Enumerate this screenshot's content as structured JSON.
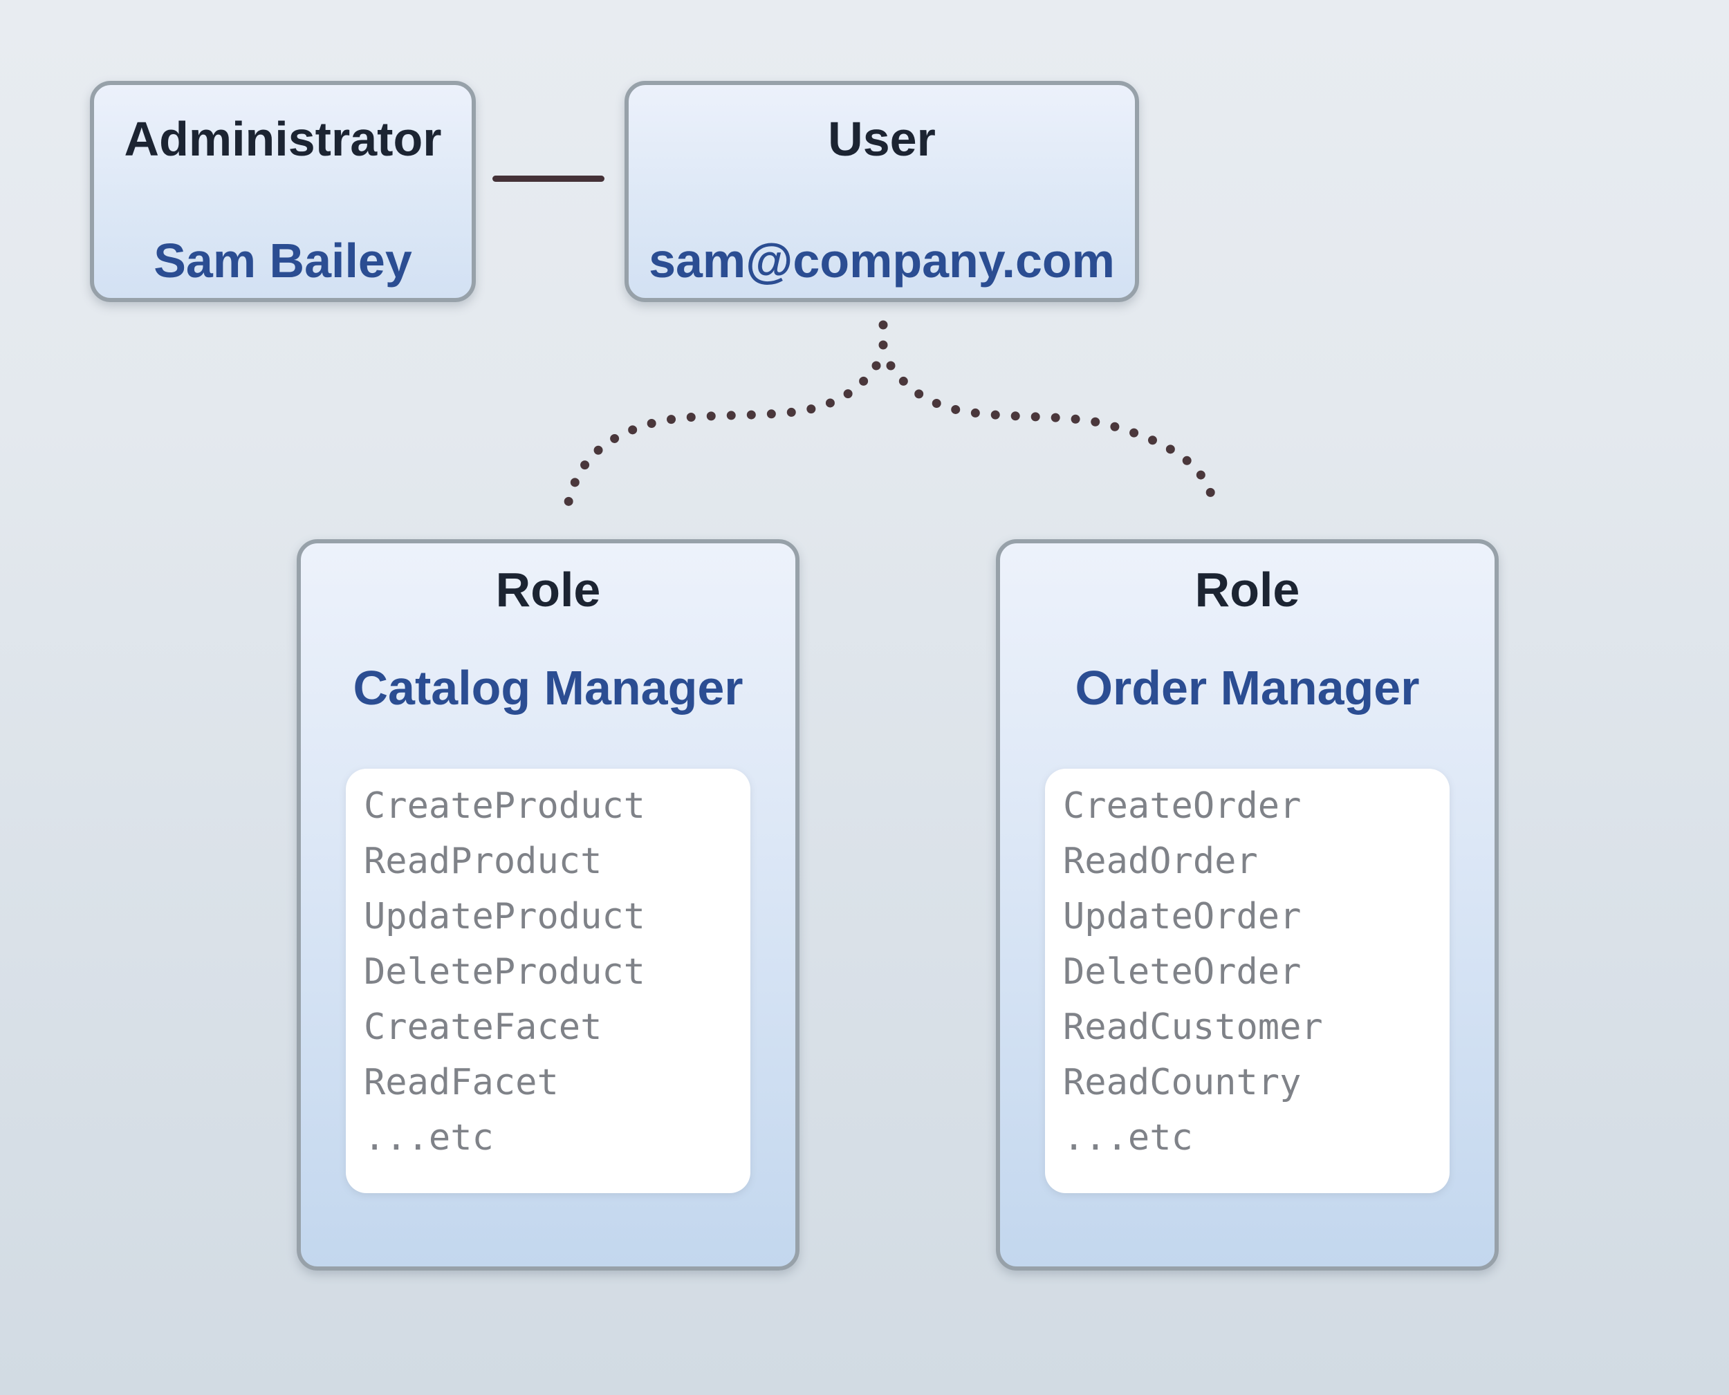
{
  "diagram": {
    "administrator": {
      "title": "Administrator",
      "name": "Sam Bailey"
    },
    "user": {
      "title": "User",
      "email": "sam@company.com"
    },
    "roles": [
      {
        "title": "Role",
        "name": "Catalog Manager",
        "permissions": [
          "CreateProduct",
          "ReadProduct",
          "UpdateProduct",
          "DeleteProduct",
          "CreateFacet",
          "ReadFacet",
          "...etc"
        ]
      },
      {
        "title": "Role",
        "name": "Order Manager",
        "permissions": [
          "CreateOrder",
          "ReadOrder",
          "UpdateOrder",
          "DeleteOrder",
          "ReadCustomer",
          "ReadCountry",
          "...etc"
        ]
      }
    ],
    "colors": {
      "heading_text": "#1c2432",
      "accent_blue": "#2b4d92",
      "permission_gray": "#7f8288",
      "node_border_gray": "#97a1a9",
      "relation_line": "#443137",
      "dotted_line": "#4a373b",
      "node_fill_top": "#edf2fb",
      "node_fill_bottom": "#c3d7ee",
      "panel_white": "#ffffff"
    }
  }
}
